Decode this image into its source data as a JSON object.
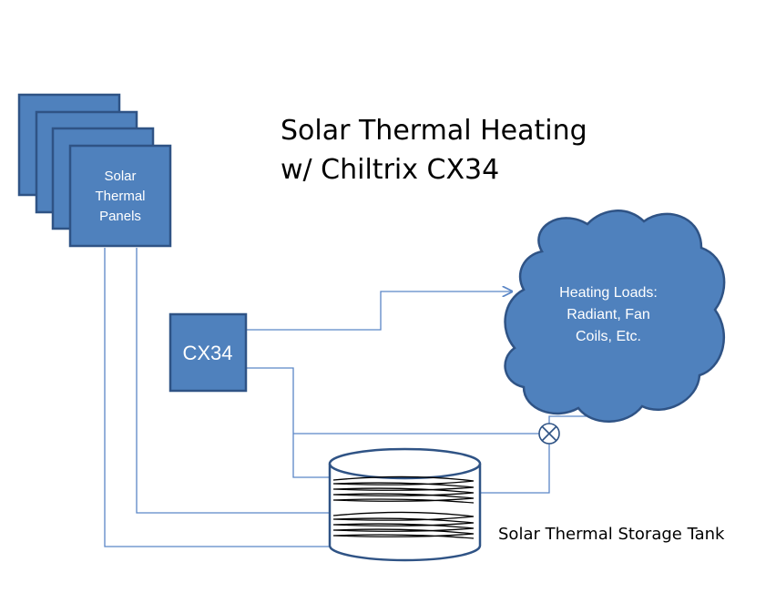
{
  "title": {
    "line1": "Solar Thermal Heating",
    "line2": "w/ Chiltrix CX34"
  },
  "solar_panels": {
    "label_line1": "Solar",
    "label_line2": "Thermal",
    "label_line3": "Panels"
  },
  "heat_pump": {
    "label": "CX34"
  },
  "heating_loads": {
    "label_line1": "Heating Loads:",
    "label_line2": "Radiant, Fan",
    "label_line3": "Coils, Etc."
  },
  "storage_tank": {
    "label": "Solar Thermal Storage Tank"
  },
  "colors": {
    "component_fill": "#4f81bd",
    "component_stroke": "#2f5385",
    "pipe": "#5b86c6"
  },
  "icons": {
    "mixing_valve": "valve-icon",
    "flow_arrow": "arrow-icon"
  }
}
